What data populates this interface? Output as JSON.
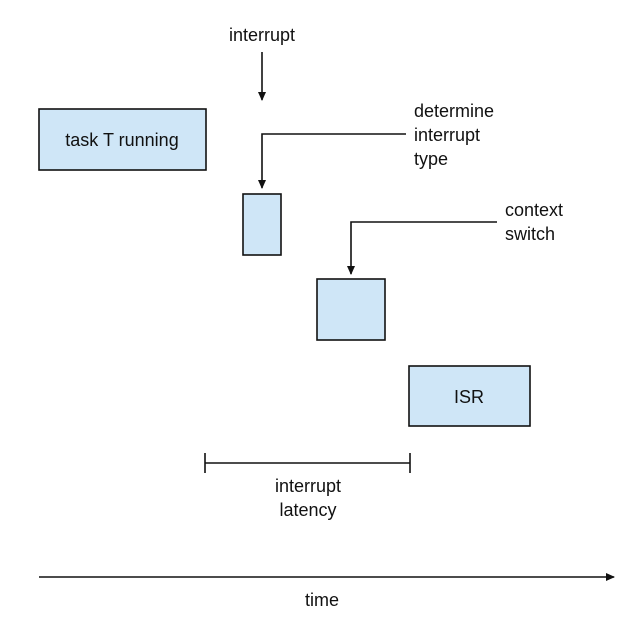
{
  "colors": {
    "box_fill": "#cfe6f7",
    "stroke": "#111111",
    "background": "#ffffff"
  },
  "labels": {
    "interrupt": "interrupt",
    "task_running": "task T running",
    "determine_line1": "determine",
    "determine_line2": "interrupt",
    "determine_line3": "type",
    "context_line1": "context",
    "context_line2": "switch",
    "isr": "ISR",
    "latency_line1": "interrupt",
    "latency_line2": "latency",
    "time": "time"
  }
}
